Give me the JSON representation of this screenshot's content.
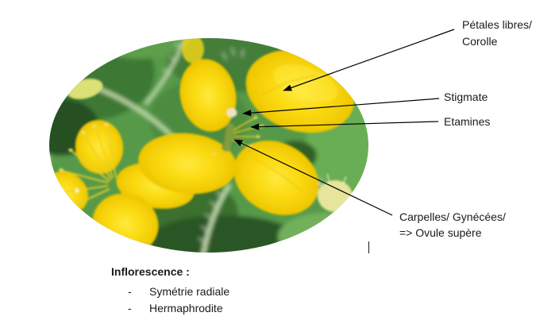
{
  "page": {
    "background_color": "#ffffff",
    "text_color": "#1a1a1a"
  },
  "figure": {
    "shape": "ellipse",
    "subject": "yellow celandine flowers on green foliage",
    "colors": {
      "petal_yellow": "#f9d606",
      "petal_highlight": "#ffe93d",
      "leaf_green_mid": "#569a48",
      "leaf_green_dark": "#2b5625",
      "leaf_green_light": "#69ad55",
      "stem_pale": "#bdd8a6",
      "stigma_cream": "#eae6c6",
      "ovary_green": "#7f9e3e",
      "bud_pale": "#dde175"
    }
  },
  "annotations": {
    "arrow_color": "#000000",
    "petales": {
      "line1": "Pétales libres/",
      "line2": "Corolle"
    },
    "stigmate": {
      "label": "Stigmate"
    },
    "etamines": {
      "label": "Etamines"
    },
    "carpelles": {
      "line1": "Carpelles/ Gynécées/",
      "line2": "=> Ovule supère"
    }
  },
  "notes": {
    "heading": "Inflorescence :",
    "items": [
      {
        "bullet": "-",
        "text": "Symétrie radiale"
      },
      {
        "bullet": "-",
        "text": "Hermaphrodite"
      }
    ]
  },
  "caret": {
    "visible": true
  }
}
